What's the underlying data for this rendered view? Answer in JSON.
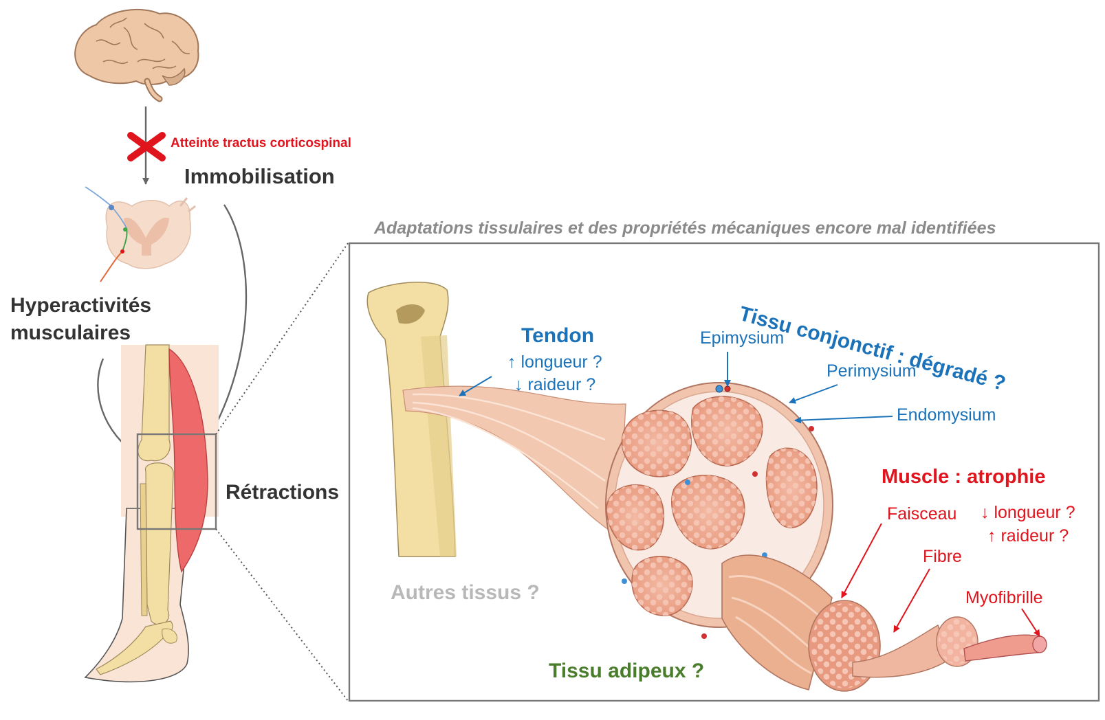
{
  "labels": {
    "lesion": "Atteinte tractus corticospinal",
    "immobilisation": "Immobilisation",
    "hyperactivity_line1": "Hyperactivités",
    "hyperactivity_line2": "musculaires",
    "retractions": "Rétractions",
    "zoom_caption": "Adaptations tissulaires et des propriétés mécaniques encore mal identifiées",
    "connective_tissue": "Tissu conjonctif : dégradé ?",
    "tendon": {
      "title": "Tendon",
      "length": "↑ longueur ?",
      "stiffness": "↓ raideur ?"
    },
    "epimysium": "Epimysium",
    "perimysium": "Perimysium",
    "endomysium": "Endomysium",
    "muscle_title": "Muscle : atrophie",
    "faisceau": "Faisceau",
    "muscle_length": "↓ longueur ?",
    "muscle_stiffness": "↑ raideur ?",
    "fibre": "Fibre",
    "myofibrille": "Myofibrille",
    "other_tissues": "Autres tissus ?",
    "adipose": "Tissu adipeux ?"
  },
  "colors": {
    "red": "#e0141c",
    "blue": "#1b72b8",
    "green": "#4a7d2b",
    "gray_text": "#b8b8b8",
    "dark_text": "#333333",
    "muscle_red": "#ee6a6a",
    "bone": "#f3dfa3",
    "fascicle": "#e79a7f"
  },
  "icons": [
    "brain-icon",
    "spinal-cord-icon",
    "leg-icon",
    "bone-icon",
    "muscle-icon",
    "lesion-cross-icon"
  ]
}
